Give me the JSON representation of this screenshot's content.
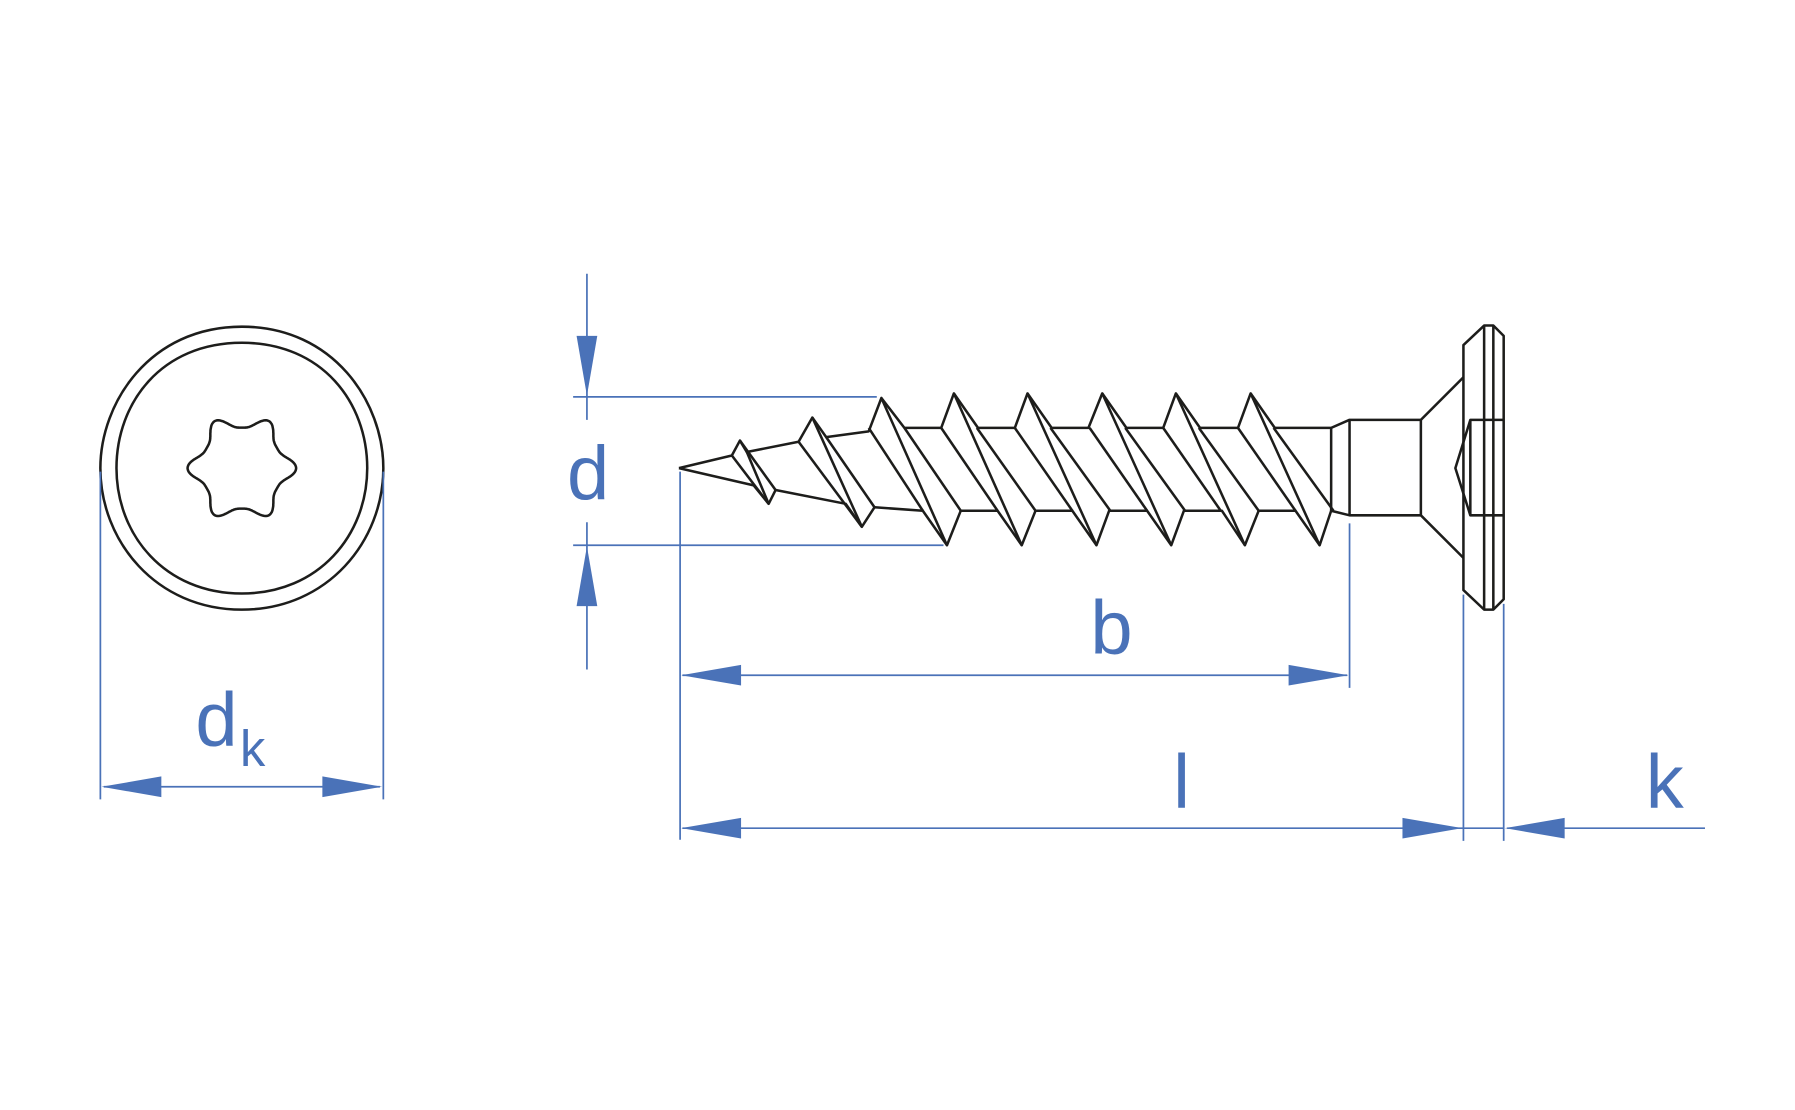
{
  "labels": {
    "head_diameter": "d",
    "head_diameter_sub": "k",
    "diameter": "d",
    "thread_length": "b",
    "length": "l",
    "head_height": "k"
  },
  "colors": {
    "dimension": "#4a72b8",
    "drawing": "#1d1d1b"
  }
}
